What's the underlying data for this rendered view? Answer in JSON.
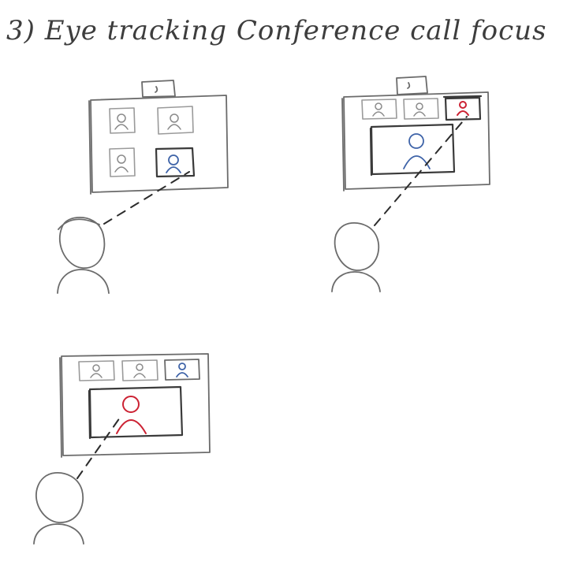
{
  "title": "3) Eye tracking Conference call focus",
  "colors": {
    "pencil": "#6b6b6b",
    "focused_participant": "#3e63a8",
    "active_speaker": "#cc2233"
  },
  "panels": [
    {
      "id": "grid-view",
      "layout": "2x2 participant grid",
      "gazed_tile": "bottom-right"
    },
    {
      "id": "focus-view",
      "layout": "thumbnail strip + main stage",
      "gazed_tile": "top-right thumbnail"
    },
    {
      "id": "speaker-view",
      "layout": "thumbnail strip + main stage",
      "gazed_tile": "main stage"
    }
  ]
}
